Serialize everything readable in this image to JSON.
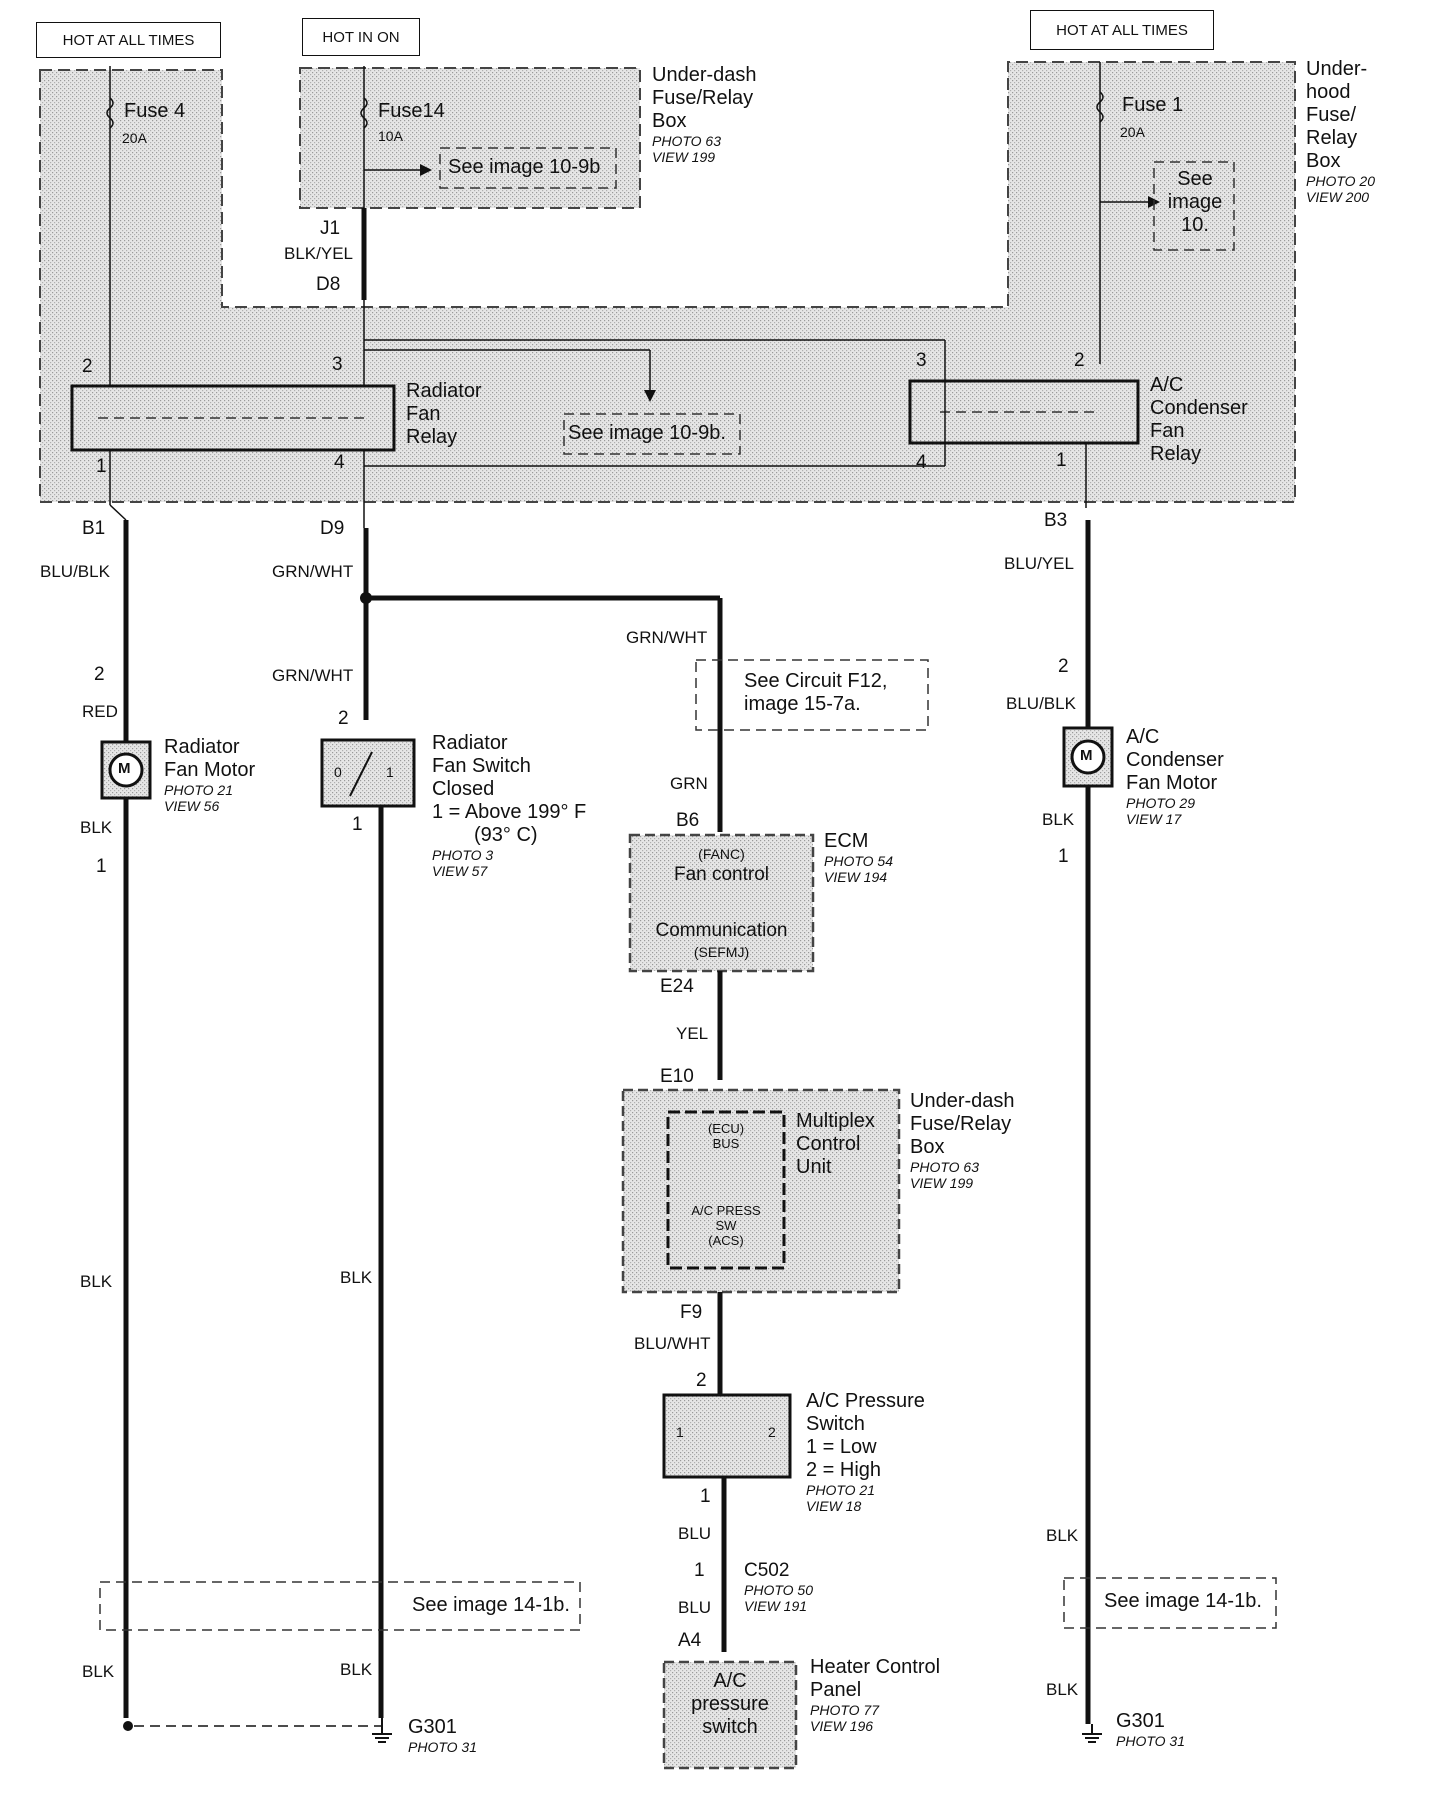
{
  "supply_tags": {
    "left": "HOT AT ALL TIMES",
    "middle": "HOT IN ON",
    "right": "HOT AT ALL TIMES"
  },
  "underdash_box": {
    "lines": [
      "Under-dash",
      "Fuse/Relay",
      "Box"
    ],
    "photo": "PHOTO 63",
    "view": "VIEW 199"
  },
  "underhood_box": {
    "lines": [
      "Under-",
      "hood",
      "Fuse/",
      "Relay",
      "Box"
    ],
    "photo": "PHOTO 20",
    "view": "VIEW 200"
  },
  "fuses": [
    {
      "name": "Fuse 4",
      "rating": "20A"
    },
    {
      "name": "Fuse14",
      "rating": "10A"
    },
    {
      "name": "Fuse 1",
      "rating": "20A"
    }
  ],
  "refs": {
    "ref_fuse14": "See image 10-9b",
    "ref_fuse1": [
      "See",
      "image",
      "10."
    ],
    "ref_relay": "See image 10-9b.",
    "ref_circuit": [
      "See Circuit F12,",
      "image 15-7a."
    ],
    "ref_left_ground": "See image 14-1b.",
    "ref_right_ground": "See image 14-1b."
  },
  "radiator_fan_relay": {
    "lines": [
      "Radiator",
      "Fan",
      "Relay"
    ]
  },
  "ac_condenser_fan_relay": {
    "lines": [
      "A/C",
      "Condenser",
      "Fan",
      "Relay"
    ]
  },
  "connectors": {
    "j1": "J1",
    "d8": "D8",
    "b1": "B1",
    "d9": "D9",
    "b3": "B3",
    "b6": "B6",
    "e24": "E24",
    "e10": "E10",
    "f9": "F9",
    "a4": "A4",
    "c502": "C502"
  },
  "pins": {
    "rfr_2": "2",
    "rfr_1": "1",
    "rfr_3": "3",
    "rfr_4": "4",
    "acr_3": "3",
    "acr_2": "2",
    "acr_1": "1",
    "acr_4": "4",
    "mot_l_2": "2",
    "mot_l_1": "1",
    "sw_2": "2",
    "sw_1": "1",
    "mot_r_2": "2",
    "mot_r_1": "1",
    "ps_2": "2",
    "ps_1": "1",
    "c502_1": "1"
  },
  "wires": {
    "blk_yel": "BLK/YEL",
    "blu_blk": "BLU/BLK",
    "red": "RED",
    "blk_l1": "BLK",
    "blk_l2": "BLK",
    "blk_l3": "BLK",
    "grn_wht_1": "GRN/WHT",
    "grn_wht_2": "GRN/WHT",
    "grn_wht_3": "GRN/WHT",
    "grn": "GRN",
    "blk_m1": "BLK",
    "blk_m2": "BLK",
    "blu_yel": "BLU/YEL",
    "blu_blk_r": "BLU/BLK",
    "blk_r1": "BLK",
    "blk_r2": "BLK",
    "blk_r3": "BLK",
    "yel": "YEL",
    "blu_wht": "BLU/WHT",
    "blu_1": "BLU",
    "blu_2": "BLU"
  },
  "radiator_fan_motor": {
    "lines": [
      "Radiator",
      "Fan Motor"
    ],
    "photo": "PHOTO 21",
    "view": "VIEW 56",
    "symbol": "M"
  },
  "radiator_fan_switch": {
    "lines": [
      "Radiator",
      "Fan Switch",
      "Closed",
      "1 = Above 199° F",
      "(93° C)"
    ],
    "photo": "PHOTO 3",
    "view": "VIEW 57",
    "pin0": "0",
    "pin1": "1"
  },
  "ecm": {
    "title": "ECM",
    "photo": "PHOTO 54",
    "view": "VIEW 194",
    "fanc": "(FANC)",
    "fan_control": "Fan control",
    "communication": "Communication",
    "sefmj": "(SEFMJ)"
  },
  "mcu_box": {
    "lines": [
      "Under-dash",
      "Fuse/Relay",
      "Box"
    ],
    "photo": "PHOTO 63",
    "view": "VIEW 199"
  },
  "mcu": {
    "lines": [
      "Multiplex",
      "Control",
      "Unit"
    ],
    "ecu": "(ECU)",
    "bus": "BUS",
    "ac_press": "A/C PRESS",
    "sw": "SW",
    "acs": "(ACS)"
  },
  "ac_pressure_switch": {
    "lines": [
      "A/C Pressure",
      "Switch",
      "1 = Low",
      "2 = High"
    ],
    "photo": "PHOTO 21",
    "view": "VIEW 18",
    "pin1": "1",
    "pin2": "2"
  },
  "c502": {
    "photo": "PHOTO 50",
    "view": "VIEW 191"
  },
  "heater_control_panel": {
    "lines": [
      "Heater Control",
      "Panel"
    ],
    "photo": "PHOTO 77",
    "view": "VIEW 196",
    "inner": [
      "A/C",
      "pressure",
      "switch"
    ]
  },
  "ac_condenser_fan_motor": {
    "lines": [
      "A/C",
      "Condenser",
      "Fan Motor"
    ],
    "photo": "PHOTO 29",
    "view": "VIEW 17",
    "symbol": "M"
  },
  "ground_left": {
    "name": "G301",
    "photo": "PHOTO 31"
  },
  "ground_right": {
    "name": "G301",
    "photo": "PHOTO 31"
  }
}
